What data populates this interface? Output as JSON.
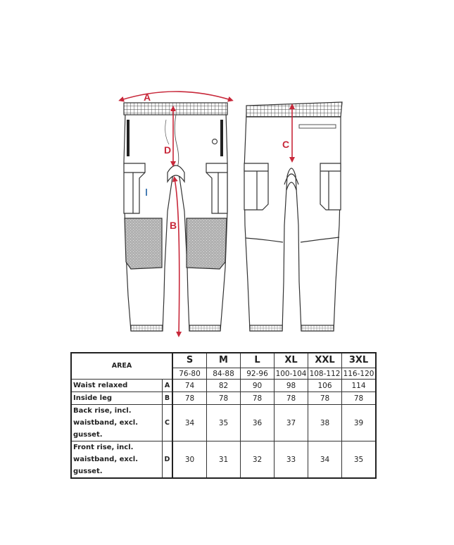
{
  "diagram": {
    "front_view_labels": {
      "waist": "A",
      "inside_leg": "B",
      "front_rise": "D"
    },
    "back_view_labels": {
      "back_rise": "C"
    },
    "measure_color": "#c8283a",
    "line_color": "#333333",
    "patch_color": "#9a9a9a"
  },
  "table": {
    "area_header": "AREA",
    "sizes": [
      {
        "label": "S",
        "range": "76-80"
      },
      {
        "label": "M",
        "range": "84-88"
      },
      {
        "label": "L",
        "range": "92-96"
      },
      {
        "label": "XL",
        "range": "100-104"
      },
      {
        "label": "XXL",
        "range": "108-112"
      },
      {
        "label": "3XL",
        "range": "116-120"
      }
    ],
    "rows": [
      {
        "label_line1": "Waist relaxed",
        "label_line2": "",
        "letter": "A",
        "values": [
          "74",
          "82",
          "90",
          "98",
          "106",
          "114"
        ]
      },
      {
        "label_line1": "Inside leg",
        "label_line2": "",
        "letter": "B",
        "values": [
          "78",
          "78",
          "78",
          "78",
          "78",
          "78"
        ]
      },
      {
        "label_line1": "Back rise, incl.",
        "label_line2": "waistband, excl. gusset.",
        "letter": "C",
        "values": [
          "34",
          "35",
          "36",
          "37",
          "38",
          "39"
        ]
      },
      {
        "label_line1": "Front rise, incl.",
        "label_line2": "waistband, excl. gusset.",
        "letter": "D",
        "values": [
          "30",
          "31",
          "32",
          "33",
          "34",
          "35"
        ]
      }
    ]
  }
}
